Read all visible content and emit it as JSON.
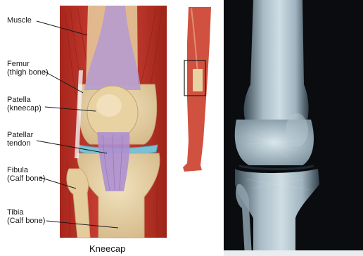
{
  "labels": {
    "muscle": "Muscle",
    "femur": [
      "Femur",
      "(thigh bone)"
    ],
    "patella": [
      "Patella",
      "(kneecap)"
    ],
    "patellar_tendon": [
      "Patellar",
      "tendon"
    ],
    "fibula": [
      "Fibula",
      "(Calf bone)"
    ],
    "tibia": [
      "Tibia",
      "(Calf bone)"
    ]
  },
  "caption": "Kneecap",
  "colors": {
    "muscle": "#c8372a",
    "bone": "#e8d3a8",
    "tendon": "#a98cc8",
    "cartilage": "#7fc3d8",
    "xray_bg": "#0a0c10"
  }
}
